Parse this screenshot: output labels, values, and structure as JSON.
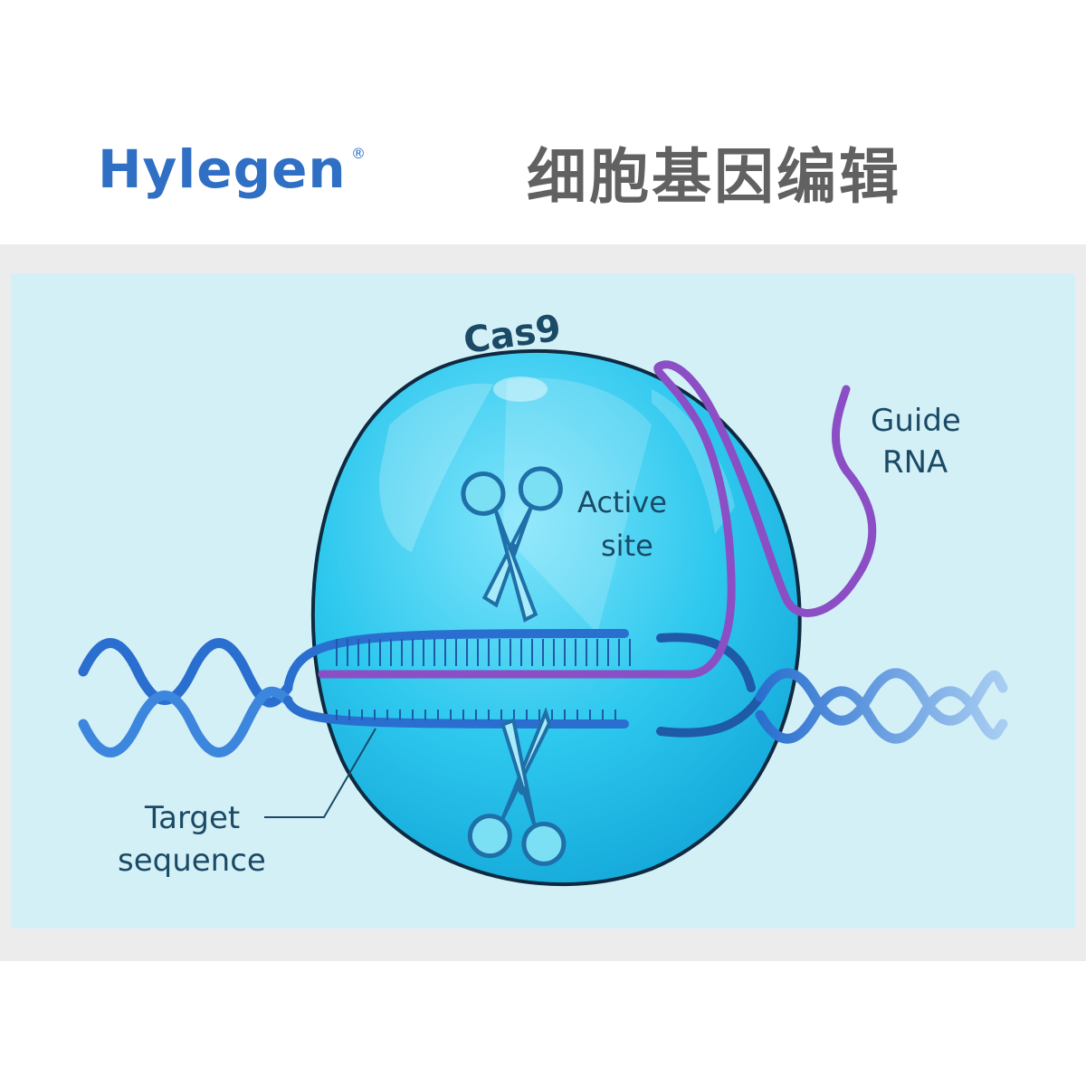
{
  "header": {
    "brand": "Hylegen",
    "brand_mark": "®",
    "title": "细胞基因编辑"
  },
  "diagram": {
    "cas9_label": "Cas9",
    "guide_rna_label": [
      "Guide",
      "RNA"
    ],
    "active_site_label": [
      "Active",
      "site"
    ],
    "target_label": [
      "Target",
      "sequence"
    ],
    "icons": [
      "scissors-icon",
      "scissors-icon"
    ],
    "colors": {
      "background": "#d4f0f7",
      "cas9_body": "#2ec8ee",
      "dna": "#2a6fcf",
      "guide_rna": "#8b4ec4",
      "brand": "#2f6fc4",
      "title": "#616161"
    }
  }
}
